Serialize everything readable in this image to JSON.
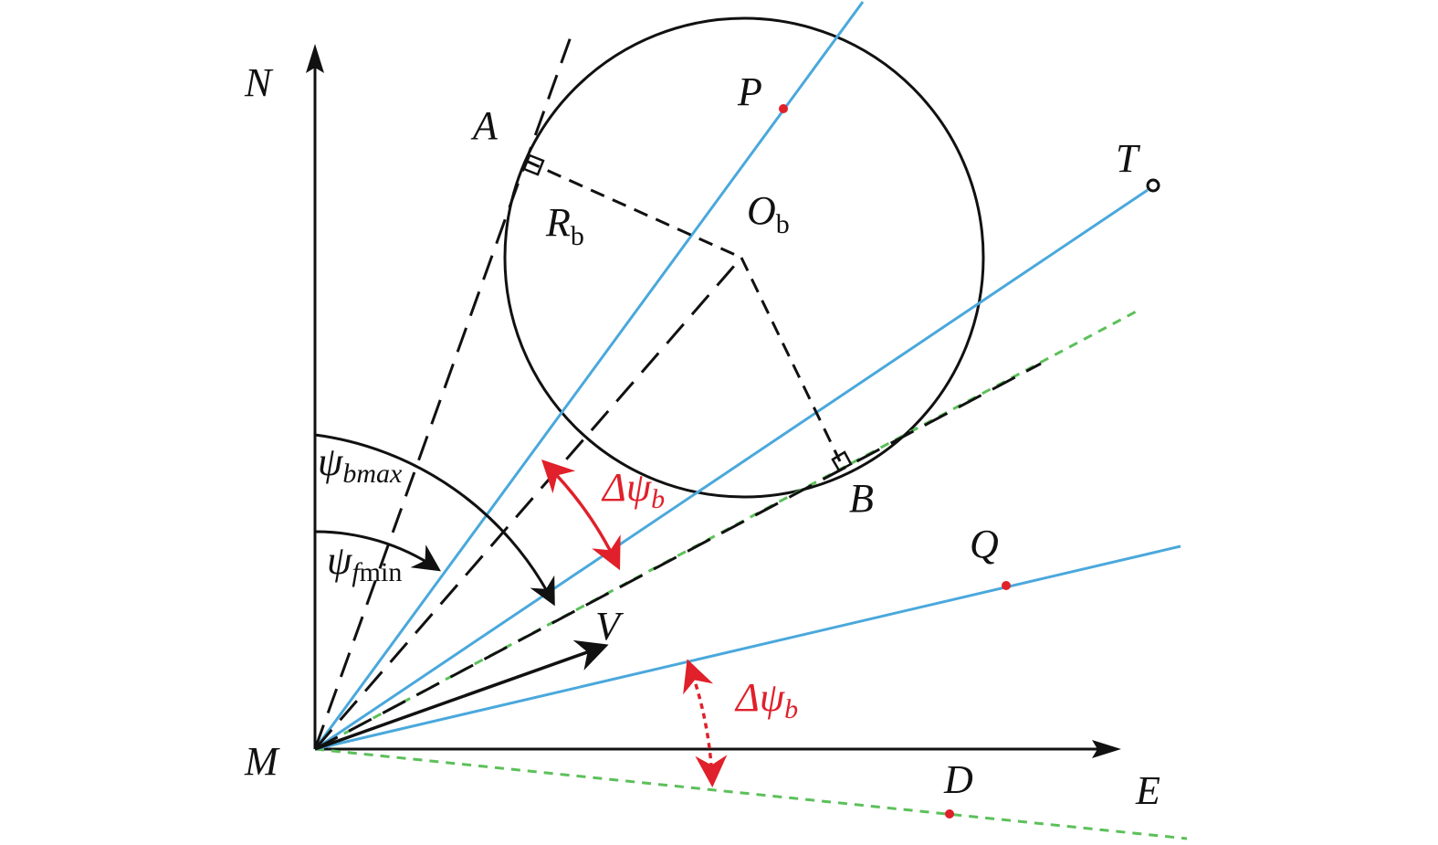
{
  "colors": {
    "axis": "#111111",
    "circle": "#111111",
    "blue_line": "#4aa8dc",
    "green_dashed": "#5cc05a",
    "red_marker": "#e0202a",
    "dashed_black": "#111111"
  },
  "axes": {
    "north_label": "N",
    "east_label": "E",
    "origin_label": "M"
  },
  "points": {
    "A": "A",
    "B": "B",
    "P": "P",
    "Q": "Q",
    "T": "T",
    "D": "D",
    "V": "V"
  },
  "circle_labels": {
    "center_main": "O",
    "center_sub": "b",
    "radius_main": "R",
    "radius_sub": "b"
  },
  "angle_labels": {
    "psi_bmax_symbol": "ψ",
    "psi_bmax_sub": "bmax",
    "psi_fmin_symbol": "ψ",
    "psi_fmin_sub_italic": "f",
    "psi_fmin_sub": "min",
    "delta_psi_upper_symbol": "Δψ",
    "delta_psi_upper_sub": "b",
    "delta_psi_lower_symbol": "Δψ",
    "delta_psi_lower_sub": "b"
  }
}
